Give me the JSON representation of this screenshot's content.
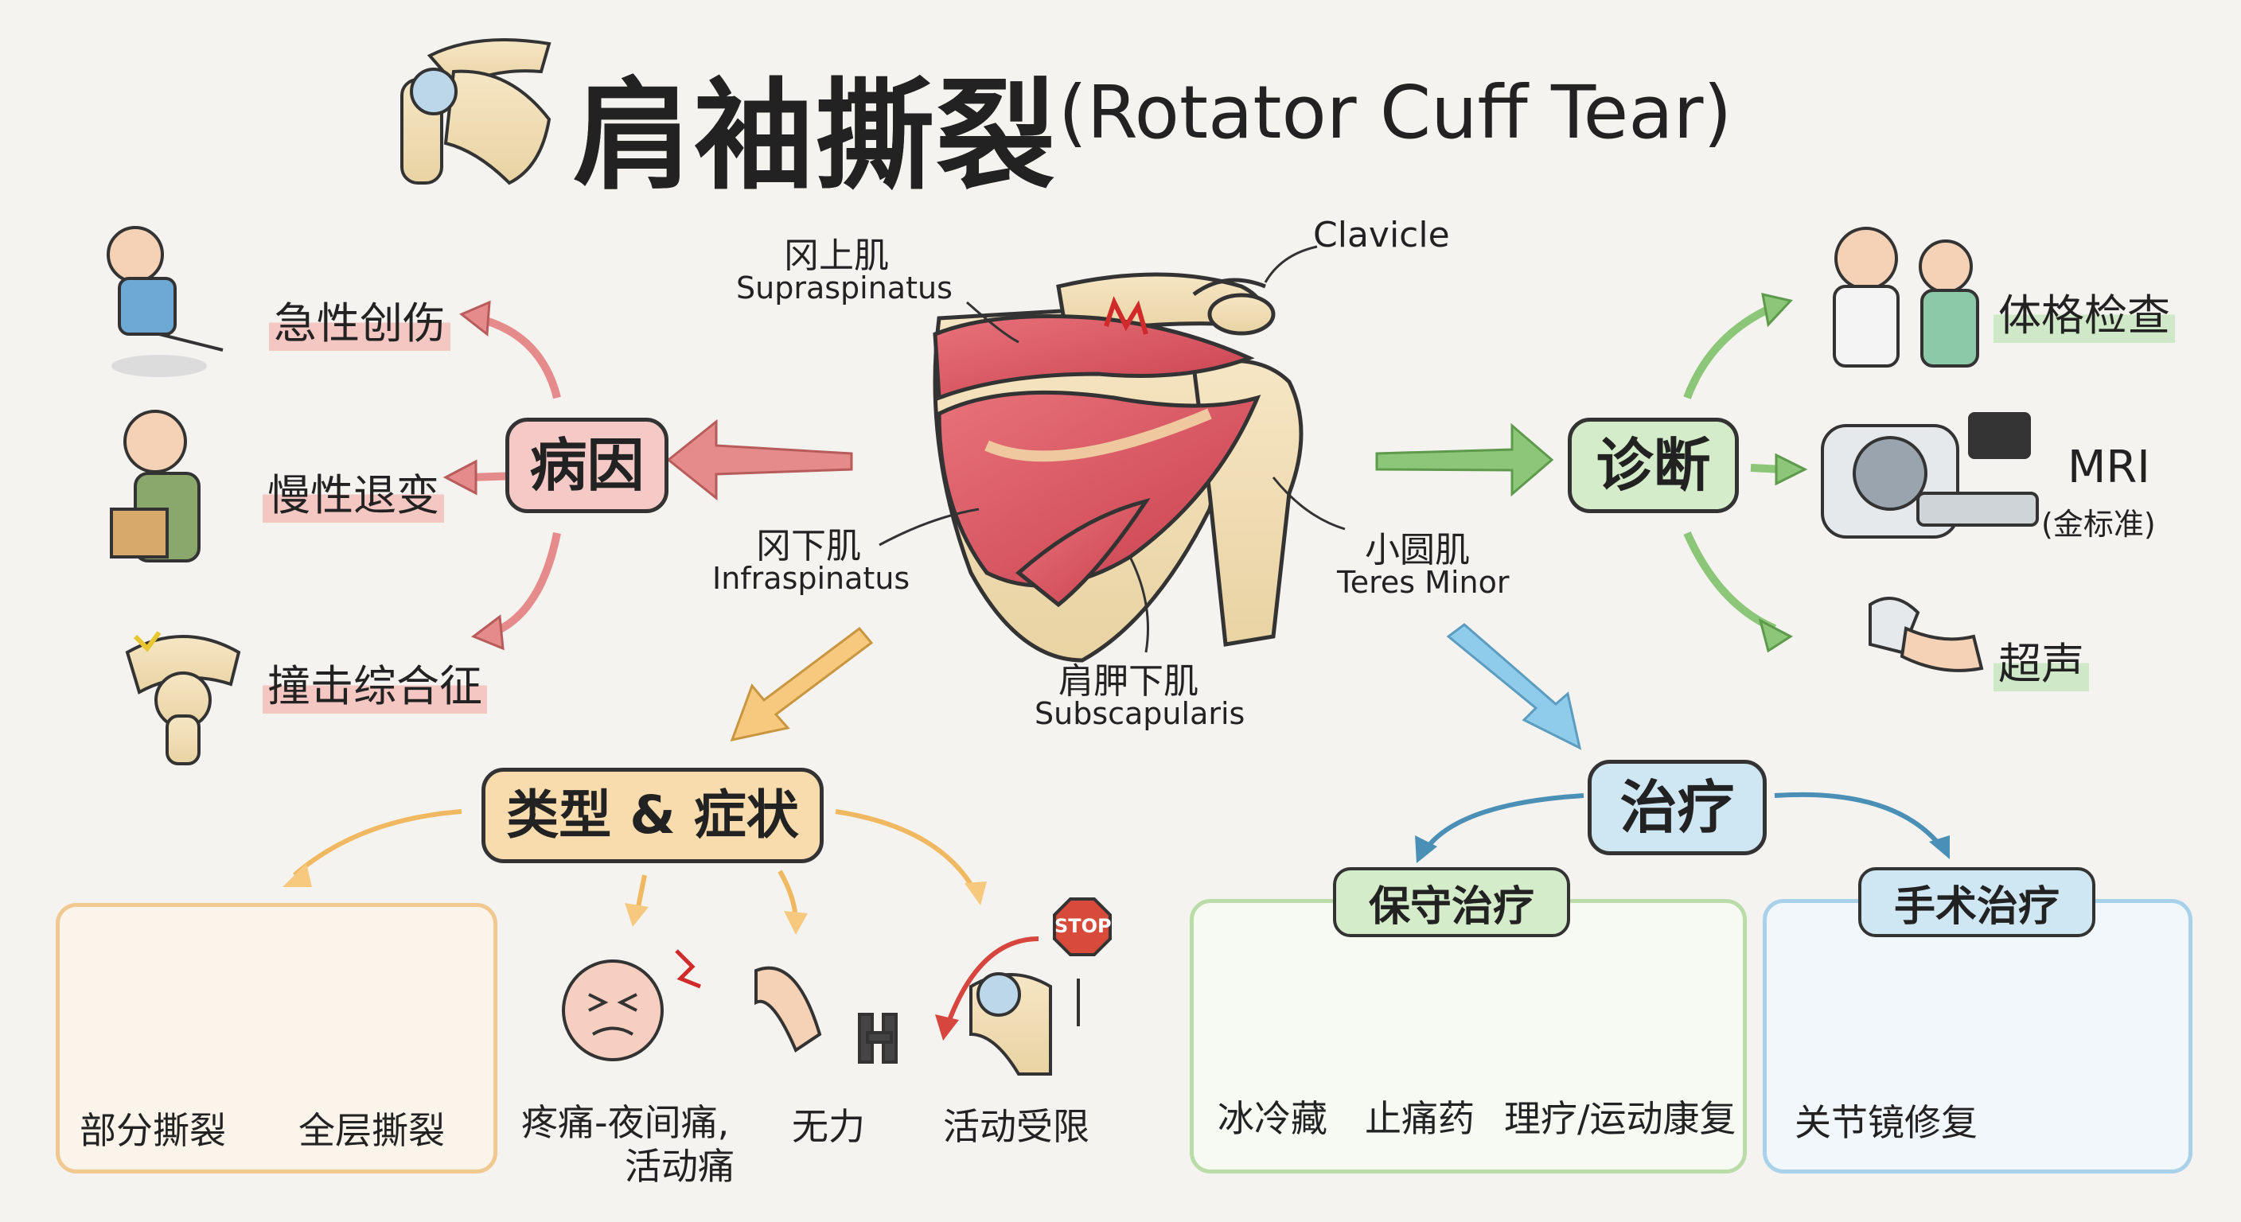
{
  "title": {
    "zh": "肩袖撕裂",
    "en": "(Rotator Cuff Tear)"
  },
  "anatomy": {
    "supraspinatus_zh": "冈上肌",
    "supraspinatus_en": "Supraspinatus",
    "clavicle": "Clavicle",
    "infraspinatus_zh": "冈下肌",
    "infraspinatus_en": "Infraspinatus",
    "teres_minor_zh": "小圆肌",
    "teres_minor_en": "Teres Minor",
    "subscapularis_zh": "肩胛下肌",
    "subscapularis_en": "Subscapularis"
  },
  "causes": {
    "label": "病因",
    "items": [
      "急性创伤",
      "慢性退变",
      "撞击综合征"
    ]
  },
  "diagnosis": {
    "label": "诊断",
    "items": [
      "体格检查",
      "MRI",
      "(金标准)",
      "超声"
    ]
  },
  "types": {
    "label": "类型 & 症状",
    "tear_types": [
      "部分撕裂",
      "全层撕裂"
    ],
    "symptoms": [
      "疼痛-夜间痛,",
      "活动痛",
      "无力",
      "活动受限"
    ],
    "stop_sign": "STOP"
  },
  "treatment": {
    "label": "治疗",
    "conservative": {
      "title": "保守治疗",
      "items": [
        "冰冷藏",
        "止痛药",
        "理疗/运动康复"
      ]
    },
    "surgical": {
      "title": "手术治疗",
      "items": [
        "关节镜修复"
      ]
    }
  },
  "colors": {
    "causes": "#f4c9c6",
    "diagnosis": "#d4ecc9",
    "types": "#f9dcae",
    "treatment": "#cfe6f3",
    "arrow_red": "#e58b8b",
    "arrow_green": "#7fb86a",
    "arrow_orange": "#f0b860",
    "arrow_blue": "#6fb6dc"
  }
}
